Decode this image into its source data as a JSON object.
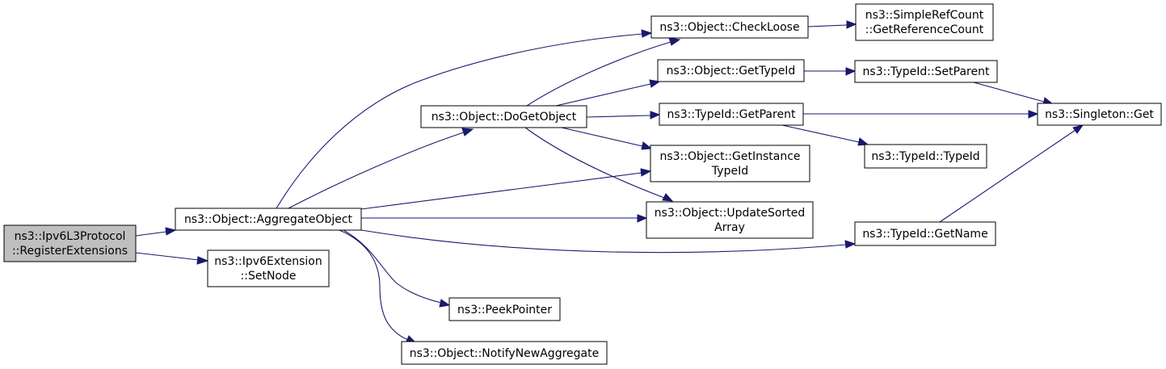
{
  "nodes": {
    "register_extensions": {
      "lines": [
        "ns3::Ipv6L3Protocol",
        "::RegisterExtensions"
      ]
    },
    "aggregate_object": {
      "lines": [
        "ns3::Object::AggregateObject"
      ]
    },
    "set_node": {
      "lines": [
        "ns3::Ipv6Extension",
        "::SetNode"
      ]
    },
    "do_get_object": {
      "lines": [
        "ns3::Object::DoGetObject"
      ]
    },
    "check_loose": {
      "lines": [
        "ns3::Object::CheckLoose"
      ]
    },
    "get_reference_count": {
      "lines": [
        "ns3::SimpleRefCount",
        "::GetReferenceCount"
      ]
    },
    "object_get_type_id": {
      "lines": [
        "ns3::Object::GetTypeId"
      ]
    },
    "set_parent": {
      "lines": [
        "ns3::TypeId::SetParent"
      ]
    },
    "get_parent": {
      "lines": [
        "ns3::TypeId::GetParent"
      ]
    },
    "singleton_get": {
      "lines": [
        "ns3::Singleton::Get"
      ]
    },
    "get_instance_type_id": {
      "lines": [
        "ns3::Object::GetInstance",
        "TypeId"
      ]
    },
    "type_id": {
      "lines": [
        "ns3::TypeId::TypeId"
      ]
    },
    "update_sorted_array": {
      "lines": [
        "ns3::Object::UpdateSorted",
        "Array"
      ]
    },
    "get_name": {
      "lines": [
        "ns3::TypeId::GetName"
      ]
    },
    "peek_pointer": {
      "lines": [
        "ns3::PeekPointer"
      ]
    },
    "notify_new_aggregate": {
      "lines": [
        "ns3::Object::NotifyNewAggregate"
      ]
    }
  },
  "edges": [
    {
      "from": "register_extensions",
      "to": "aggregate_object"
    },
    {
      "from": "register_extensions",
      "to": "set_node"
    },
    {
      "from": "aggregate_object",
      "to": "check_loose"
    },
    {
      "from": "aggregate_object",
      "to": "do_get_object"
    },
    {
      "from": "aggregate_object",
      "to": "get_instance_type_id"
    },
    {
      "from": "aggregate_object",
      "to": "update_sorted_array"
    },
    {
      "from": "aggregate_object",
      "to": "get_name"
    },
    {
      "from": "aggregate_object",
      "to": "peek_pointer"
    },
    {
      "from": "aggregate_object",
      "to": "notify_new_aggregate"
    },
    {
      "from": "do_get_object",
      "to": "check_loose"
    },
    {
      "from": "do_get_object",
      "to": "object_get_type_id"
    },
    {
      "from": "do_get_object",
      "to": "get_parent"
    },
    {
      "from": "do_get_object",
      "to": "get_instance_type_id"
    },
    {
      "from": "do_get_object",
      "to": "update_sorted_array"
    },
    {
      "from": "check_loose",
      "to": "get_reference_count"
    },
    {
      "from": "object_get_type_id",
      "to": "set_parent"
    },
    {
      "from": "set_parent",
      "to": "singleton_get"
    },
    {
      "from": "get_parent",
      "to": "singleton_get"
    },
    {
      "from": "get_parent",
      "to": "type_id"
    },
    {
      "from": "get_name",
      "to": "singleton_get"
    }
  ]
}
